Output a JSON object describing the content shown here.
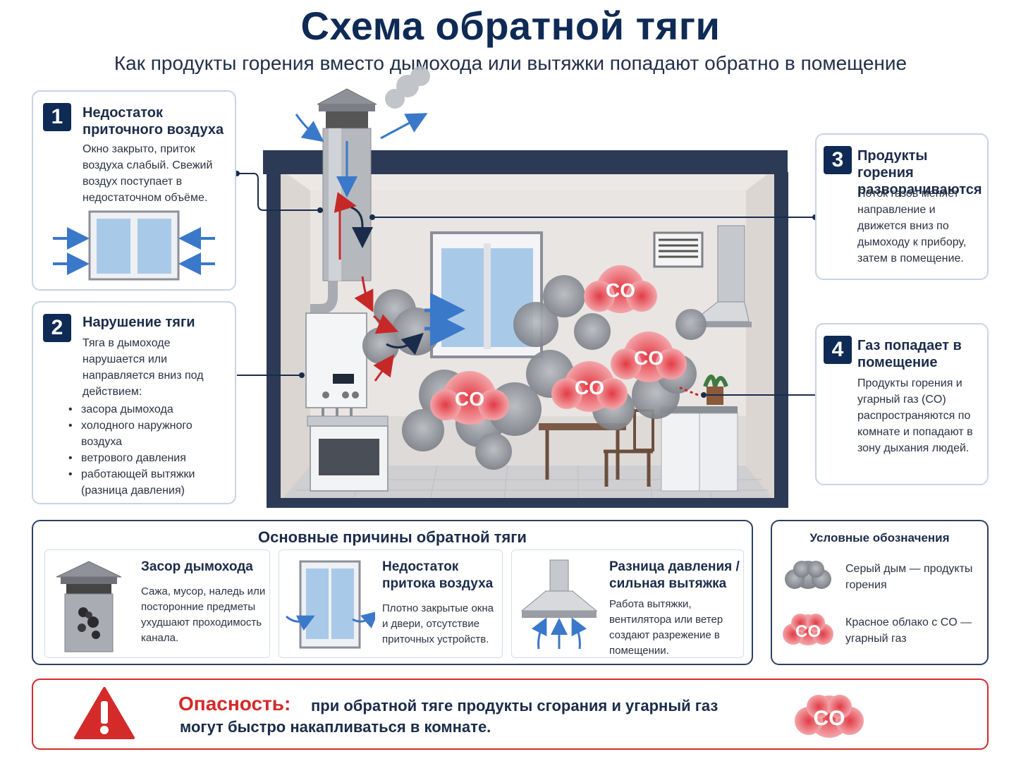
{
  "title": "Схема обратной тяги",
  "subtitle": "Как продукты горения вместо дымохода или вытяжки попадают обратно в помещение",
  "steps": [
    {
      "num": "1",
      "title": "Недостаток приточного воздуха",
      "text": "Окно закрыто, приток воздуха слабый. Свежий воздух поступает в недостаточном объёме."
    },
    {
      "num": "2",
      "title": "Нарушение тяги",
      "text": "Тяга в дымоходе нарушается или направляется вниз под действием:",
      "bullets": [
        "засора дымохода",
        "холодного наружного воздуха",
        "ветрового давления",
        "работающей вытяжки (разница давления)"
      ]
    },
    {
      "num": "3",
      "title": "Продукты горения разворачиваются",
      "text": "Поток газов меняет направление и движется вниз по дымоходу к прибору, затем в помещение."
    },
    {
      "num": "4",
      "title": "Газ попадает в помещение",
      "text": "Продукты горения и угарный газ (CO) распространяются по комнате и попадают в зону дыхания людей."
    }
  ],
  "co_label": "CO",
  "causes": {
    "heading": "Основные причины обратной тяги",
    "items": [
      {
        "title": "Засор дымохода",
        "text": "Сажа, мусор, наледь или посторонние предметы ухудшают проходимость канала."
      },
      {
        "title": "Недостаток притока воздуха",
        "text": "Плотно закрытые окна и двери, отсутствие приточных устройств."
      },
      {
        "title": "Разница давления / сильная вытяжка",
        "text": "Работа вытяжки, вентилятора или ветер создают разрежение в помещении."
      }
    ]
  },
  "legend": {
    "heading": "Условные обозначения",
    "items": [
      {
        "label": "Серый дым — продукты горения"
      },
      {
        "label": "Красное облако с CO — угарный газ"
      }
    ]
  },
  "danger": {
    "label": "Опасность:",
    "text_line1": "при обратной тяге продукты сгорания и угарный газ",
    "text_line2": "могут быстро накапливаться в комнате."
  },
  "colors": {
    "navy": "#0e2a55",
    "danger_red": "#d42a2a",
    "co_red": "#e04a55",
    "smoke": "#8a8d93",
    "arrow_blue": "#3a78c9"
  }
}
